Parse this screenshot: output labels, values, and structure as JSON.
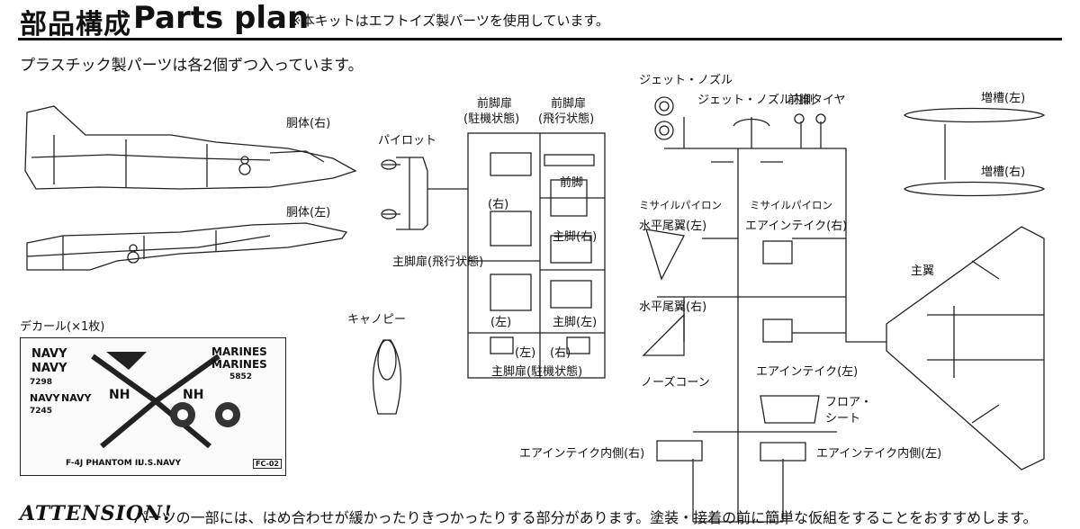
{
  "header": {
    "title_jp": "部品構成",
    "title_en": "Parts plan",
    "note": "※本キットはエフトイズ製パーツを使用しています。"
  },
  "subheading": "プラスチック製パーツは各2個ずつ入っています。",
  "labels": {
    "fuselage_right": "胴体(右)",
    "fuselage_left": "胴体(左)",
    "decal": "デカール(×1枚)",
    "pilot": "パイロット",
    "front_door_parked": "前脚扉\n(駐機状態)",
    "front_door_parked_l1": "前脚扉",
    "front_door_parked_l2": "(駐機状態)",
    "front_door_flight_l1": "前脚扉",
    "front_door_flight_l2": "(飛行状態)",
    "right1": "(右)",
    "front_leg": "前脚",
    "main_leg_r": "主脚(右)",
    "main_door_flight": "主脚扉(飛行状態)",
    "left1": "(左)",
    "main_leg_l": "主脚(左)",
    "left2": "(左)",
    "right2": "(右)",
    "main_door_parked": "主脚扉(駐機状態)",
    "canopy": "キャノピー",
    "jet_nozzle": "ジェット・ノズル",
    "jet_nozzle_inner": "ジェット・ノズル内側",
    "front_tire": "前脚タイヤ",
    "missile_pylon_1": "ミサイルパイロン",
    "missile_pylon_2": "ミサイルパイロン",
    "h_tail_left": "水平尾翼(左)",
    "intake_right": "エアインテイク(右)",
    "h_tail_right": "水平尾翼(右)",
    "intake_left": "エアインテイク(左)",
    "nose_cone": "ノーズコーン",
    "floor_l1": "フロア・",
    "floor_l2": "シート",
    "intake_inner_right": "エアインテイク内側(右)",
    "intake_inner_left": "エアインテイク内側(左)",
    "drop_tank_left": "増槽(左)",
    "drop_tank_right": "増槽(右)",
    "main_wing": "主翼"
  },
  "decal_text": {
    "navy": "NAVY",
    "marines": "MARINES",
    "nh": "NH",
    "phantom": "F-4J PHANTOM II",
    "usnavy": "U.S.NAVY",
    "code": "FC-02",
    "n7298": "7298",
    "n7245": "7245",
    "n5852": "5852"
  },
  "footer": {
    "attention": "ATTENSION!",
    "text": "パーツの一部には、はめ合わせが緩かったりきつかったりする部分があります。塗装・接着の前に簡単な仮組をすることをおすすめします。"
  }
}
